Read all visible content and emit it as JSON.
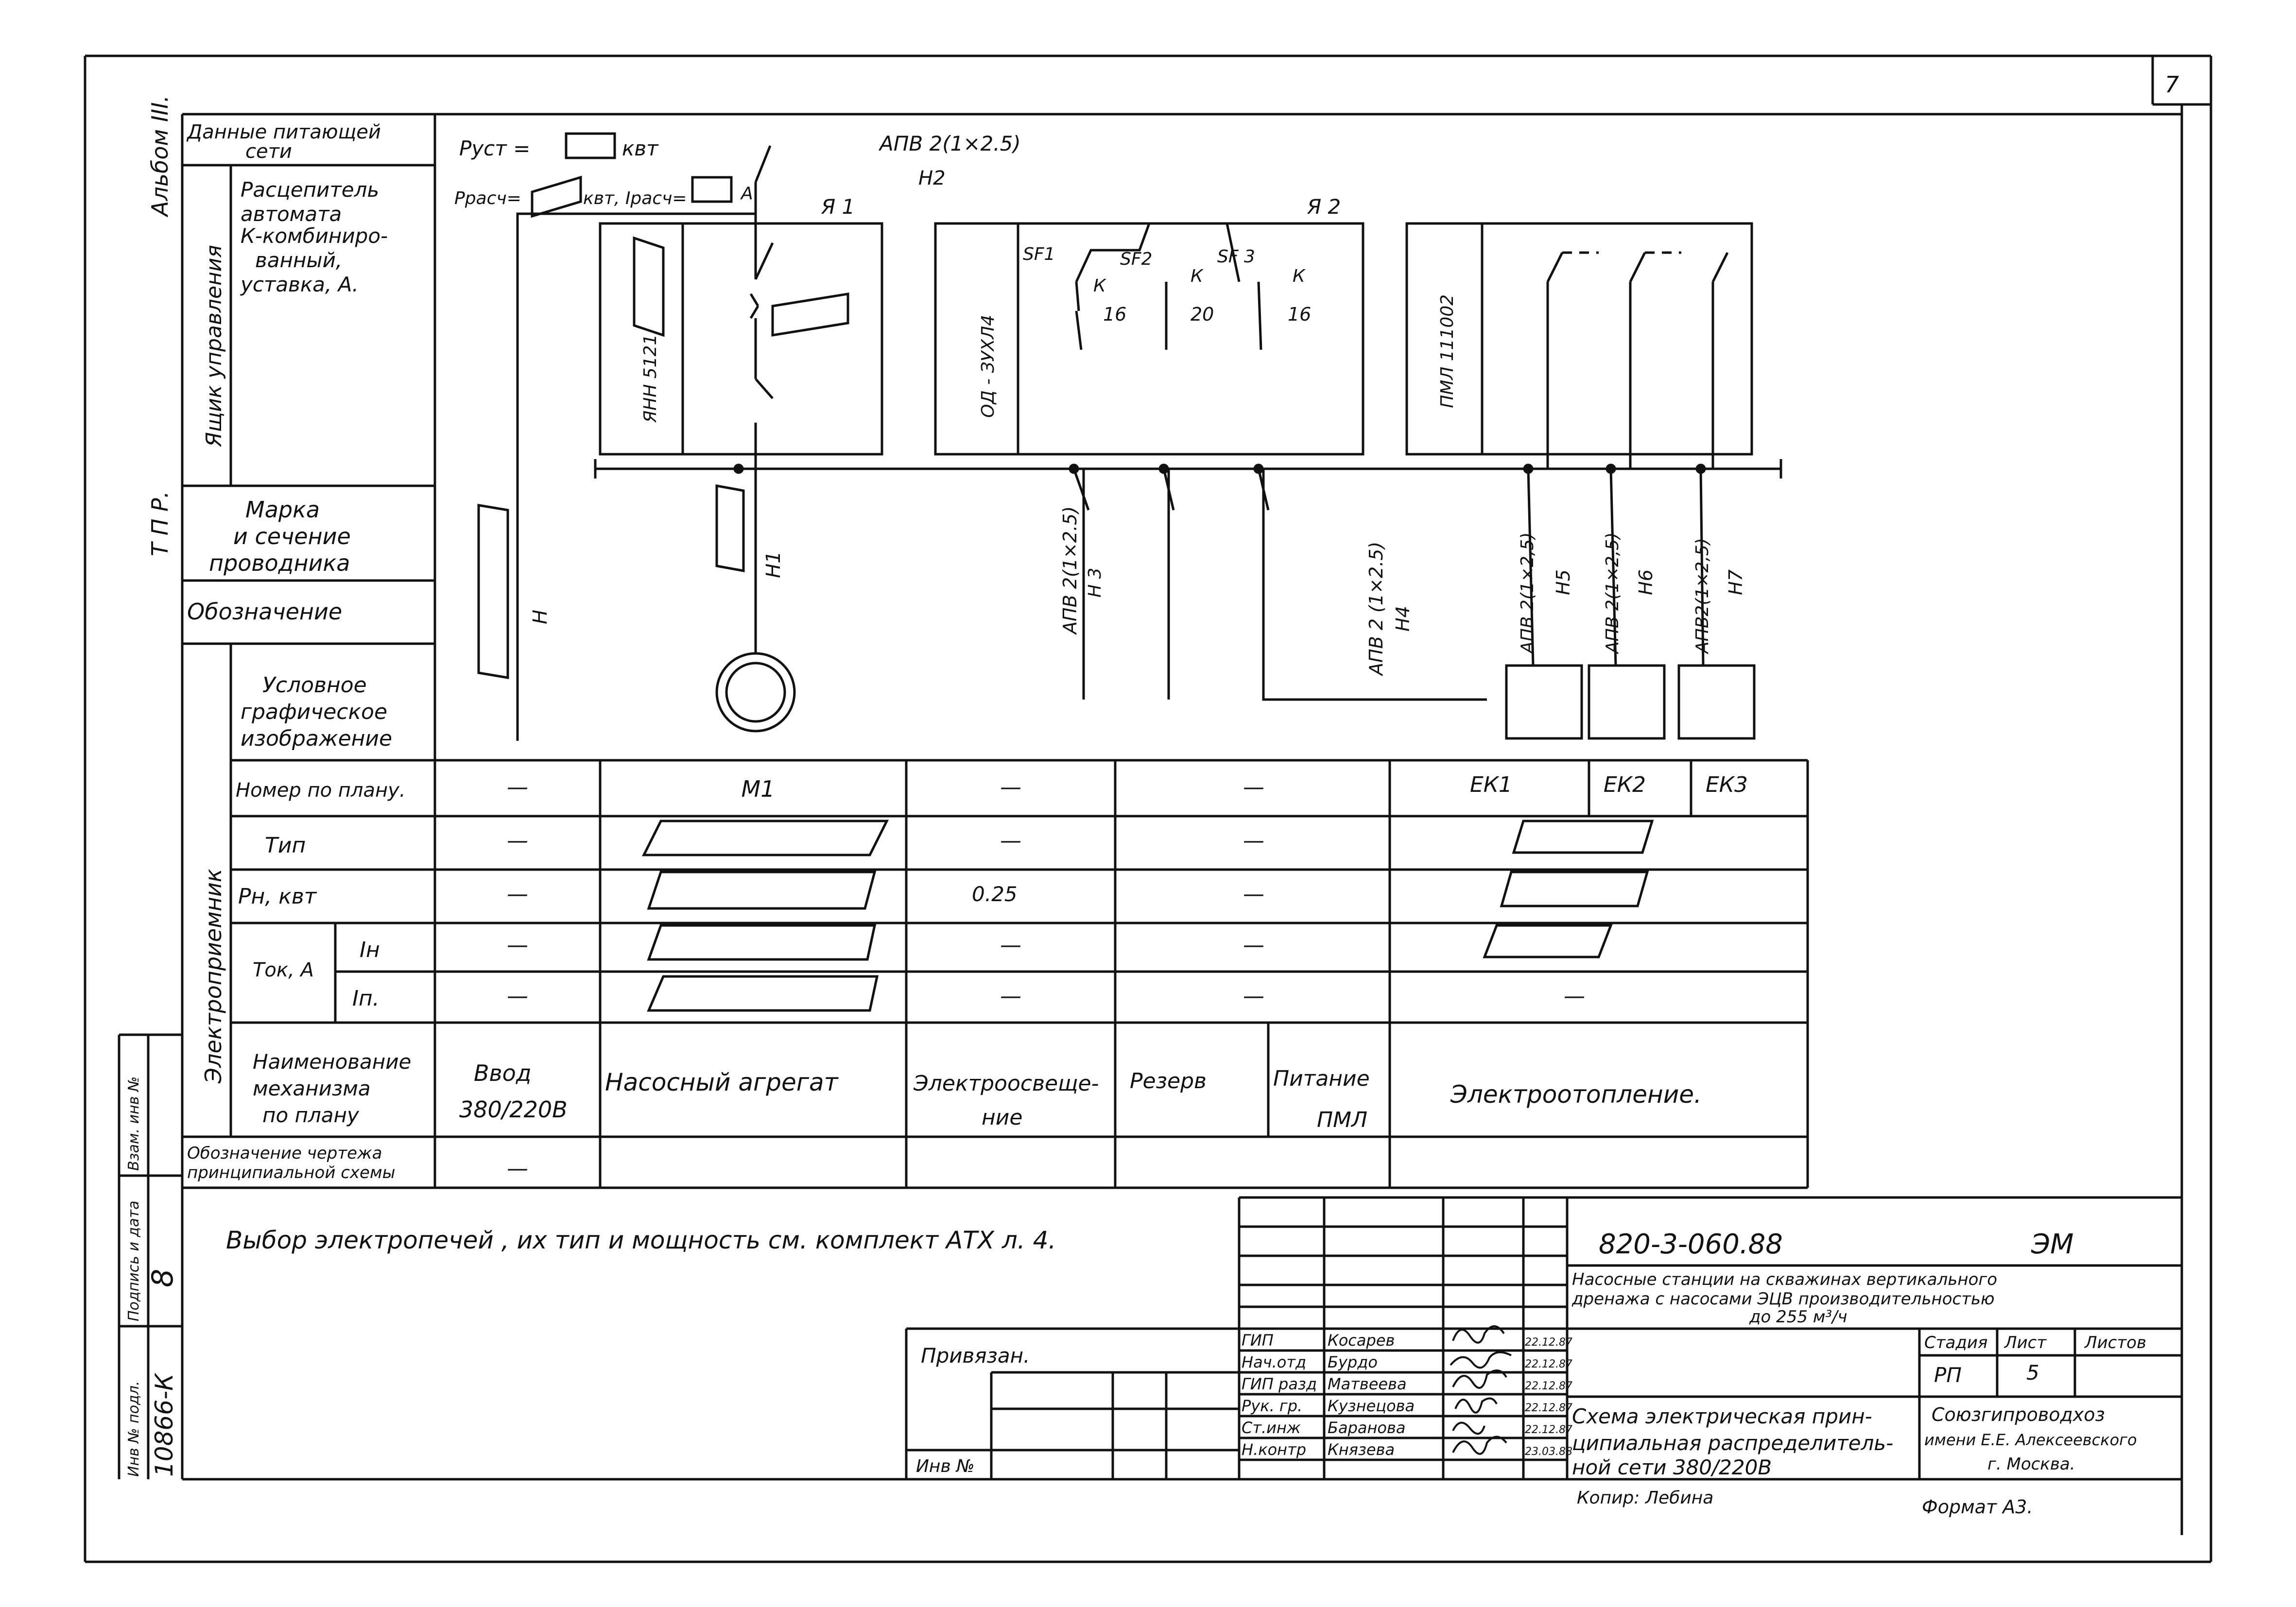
{
  "sheet_number": "7",
  "margin": {
    "album": "Альбом III.",
    "tpr": "Т П Р."
  },
  "left_table": {
    "supply_data": [
      "Данные питающей",
      "сети"
    ],
    "control_box": "Ящик управления",
    "breaker": [
      "Расцепитель",
      "автомата",
      "К-комбиниро-",
      "ванный,",
      "уставка, А."
    ],
    "conductor": [
      "Марка",
      "и сечение",
      "проводника"
    ],
    "designation": "Обозначение",
    "receiver": "Электроприемник",
    "symbol": [
      "Условное",
      "графическое",
      "изображение"
    ],
    "plan_number": "Номер по плану.",
    "type": "Тип",
    "power": "Рн, квт",
    "current": "Ток, А",
    "in": "Iн",
    "ip": "Iп.",
    "mechanism": [
      "Наименование",
      "механизма",
      "по плану"
    ],
    "drawing": [
      "Обозначение чертежа",
      "принципиальной схемы"
    ]
  },
  "schematic": {
    "pust": "Руст =",
    "kvt": "квт",
    "prasch": "Ррасч=",
    "kvt_irasch": "квт, Iрасч=",
    "a": "А",
    "main_cable": "АПВ 2(1×2.5)",
    "n2": "Н2",
    "ya1": "Я 1",
    "ya2": "Я 2",
    "box1": "ЯНН 5121",
    "box2": "ОД - ЗУХЛ4",
    "box3": "ПМЛ 111002",
    "sf1": "SF1",
    "sf2": "SF2",
    "sf3": "SF 3",
    "k": "К",
    "r16": "16",
    "r20": "20",
    "r16b": "16",
    "feed_h": "Н",
    "line_h1": "Н1",
    "cable_h3": "АПВ 2(1×2.5)",
    "h3": "Н 3",
    "cable_h4": "АПВ 2 (1×2.5)",
    "h4": "Н4",
    "cable_h5": "АПВ 2(1×2,5)",
    "h5": "Н5",
    "cable_h6": "АПВ 2(1×2,5)",
    "h6": "Н6",
    "cable_h7": "АПВ2(1×2,5)",
    "h7": "Н7"
  },
  "columns": [
    {
      "plan_no": "—",
      "type": "—",
      "power": "—",
      "in": "—",
      "ip": "—",
      "name": [
        "Ввод",
        "380/220В"
      ],
      "drawing": "—"
    },
    {
      "plan_no": "М1",
      "name": [
        "Насосный агрегат"
      ]
    },
    {
      "plan_no": "—",
      "type": "—",
      "power": "0.25",
      "in": "—",
      "ip": "—",
      "name": [
        "Электроосвеще-",
        "ние"
      ]
    },
    {
      "plan_no": "—",
      "type": "—",
      "power": "—",
      "in": "—",
      "ip": "—",
      "name": [
        "Резерв"
      ],
      "name2": [
        "Питание",
        "ПМЛ"
      ]
    },
    {
      "plan_no": [
        "ЕК1",
        "ЕК2",
        "ЕК3"
      ],
      "ip": "—",
      "name": [
        "Электроотопление."
      ]
    }
  ],
  "note": "Выбор электропечей , их тип и мощность см. комплект АТХ л. 4.",
  "title_block": {
    "doc_code": "820-3-060.88",
    "mark": "ЭМ",
    "project": [
      "Насосные станции на скважинах вертикального",
      "дренажа с насосами ЭЦВ производительностью",
      "до 255 м³/ч"
    ],
    "stage_label": "Стадия",
    "sheet_label": "Лист",
    "sheets_label": "Листов",
    "stage": "РП",
    "sheet": "5",
    "drawing_title": [
      "Схема электрическая прин-",
      "ципиальная распределитель-",
      "ной сети 380/220В"
    ],
    "org": [
      "Союзгипроводхоз",
      "имени Е.Е. Алексеевского",
      "г. Москва."
    ],
    "bound": "Привязан.",
    "inv": "Инв №",
    "copied": "Копир: Лебина",
    "format": "Формат А3.",
    "signatures": [
      {
        "role": "ГИП",
        "name": "Косарев",
        "date": "22.12.87"
      },
      {
        "role": "Нач.отд",
        "name": "Бурдо",
        "date": "22.12.87"
      },
      {
        "role": "ГИП разд",
        "name": "Матвеева",
        "date": "22.12.87"
      },
      {
        "role": "Рук. гр.",
        "name": "Кузнецова",
        "date": "22.12.87"
      },
      {
        "role": "Ст.инж",
        "name": "Баранова",
        "date": "22.12.87"
      },
      {
        "role": "Н.контр",
        "name": "Князева",
        "date": "23.03.88"
      }
    ]
  },
  "side_stamp": {
    "inv_podl_label": "Инв № подл.",
    "inv_podl": "10866-К",
    "sign_date": "Подпись и дата",
    "vzam": "Взам. инв №",
    "sign_mark": "8"
  }
}
